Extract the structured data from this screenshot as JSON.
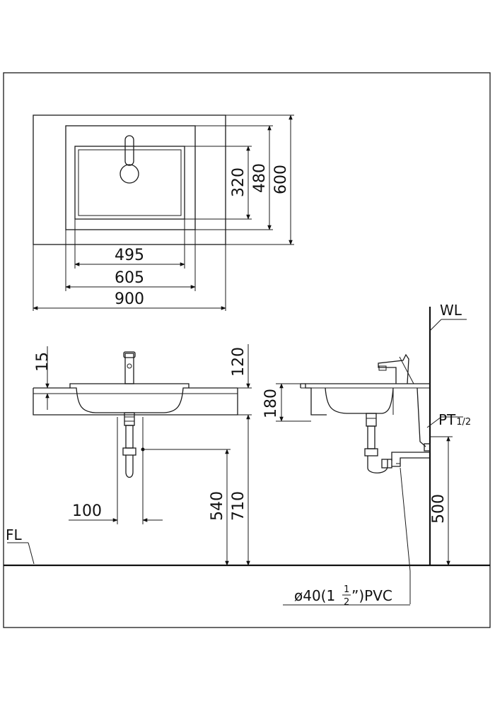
{
  "top_view": {
    "dims": {
      "basin_width": "495",
      "cutout_width": "605",
      "counter_width": "900",
      "basin_depth": "320",
      "cutout_depth": "480",
      "counter_depth": "600"
    }
  },
  "front_view": {
    "dims": {
      "counter_thickness": "15",
      "bowl_depth": "120",
      "drain_offset": "100",
      "drain_height": "540",
      "top_height": "710"
    },
    "floor_label": "FL"
  },
  "side_view": {
    "dims": {
      "front_height": "180",
      "supply_height": "500"
    },
    "wall_label": "WL",
    "supply_label": "PT",
    "supply_size": "1/2",
    "drain_prefix": "ø40(1",
    "drain_frac_num": "1",
    "drain_frac_den": "2",
    "drain_suffix": "”)PVC"
  }
}
